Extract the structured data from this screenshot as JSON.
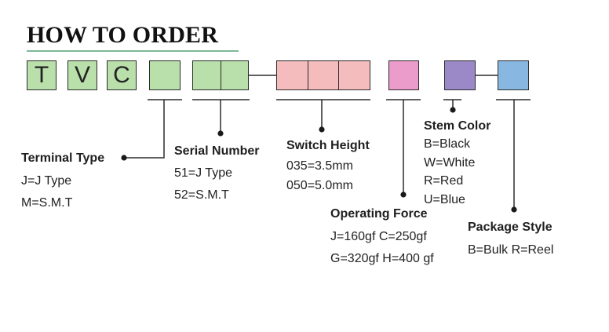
{
  "title": "HOW TO ORDER",
  "code_letters": [
    "T",
    "V",
    "C"
  ],
  "colors": {
    "green": "#b9dfab",
    "pink": "#f4bcbc",
    "magenta": "#ec9ccb",
    "purple": "#9b88c6",
    "blue": "#88b7e2",
    "underline": "#7fb89a",
    "line": "#2b2b2b"
  },
  "fields": {
    "terminal_type": {
      "label": "Terminal Type",
      "options": [
        "J=J Type",
        "M=S.M.T"
      ]
    },
    "serial_number": {
      "label": "Serial Number",
      "options": [
        "51=J Type",
        "52=S.M.T"
      ]
    },
    "switch_height": {
      "label": "Switch Height",
      "options": [
        "035=3.5mm",
        "050=5.0mm"
      ]
    },
    "stem_color": {
      "label": "Stem Color",
      "options": [
        "B=Black",
        "W=White",
        "R=Red",
        "U=Blue"
      ]
    },
    "operating_force": {
      "label": "Operating Force",
      "options": [
        "J=160gf C=250gf",
        "G=320gf H=400 gf"
      ]
    },
    "package_style": {
      "label": "Package Style",
      "options": [
        "B=Bulk R=Reel"
      ]
    }
  }
}
